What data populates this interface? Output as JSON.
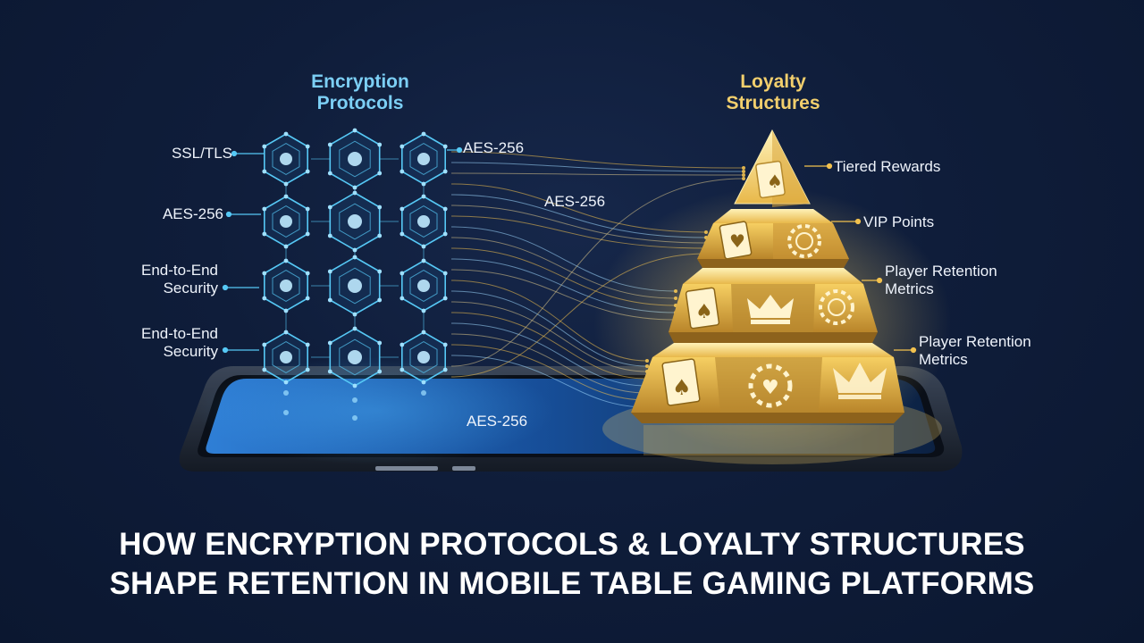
{
  "encryption": {
    "title_line1": "Encryption",
    "title_line2": "Protocols",
    "labels": {
      "ssl_tls": "SSL/TLS",
      "aes_left": "AES-256",
      "e2e_1_line1": "End-to-End",
      "e2e_1_line2": "Security",
      "e2e_2_line1": "End-to-End",
      "e2e_2_line2": "Security",
      "aes_top": "AES-256",
      "aes_mid": "AES-256",
      "aes_bottom": "AES-256"
    }
  },
  "loyalty": {
    "title_line1": "Loyalty",
    "title_line2": "Structures",
    "labels": {
      "tiered": "Tiered Rewards",
      "vip": "VIP Points",
      "retention_1_line1": "Player Retention",
      "retention_1_line2": "Metrics",
      "retention_2_line1": "Player Retention",
      "retention_2_line2": "Metrics"
    }
  },
  "headline": {
    "line1": "HOW ENCRYPTION PROTOCOLS & LOYALTY STRUCTURES",
    "line2": "SHAPE RETENTION IN MOBILE TABLE GAMING PLATFORMS"
  },
  "colors": {
    "background": "#0f1d3a",
    "encryption_accent": "#56c8f5",
    "loyalty_accent": "#f2c14e",
    "headline": "#ffffff"
  },
  "icons": [
    "hexagon-node-icon",
    "spade-card-icon",
    "heart-card-icon",
    "poker-chip-icon",
    "crown-icon",
    "smartphone-icon"
  ]
}
